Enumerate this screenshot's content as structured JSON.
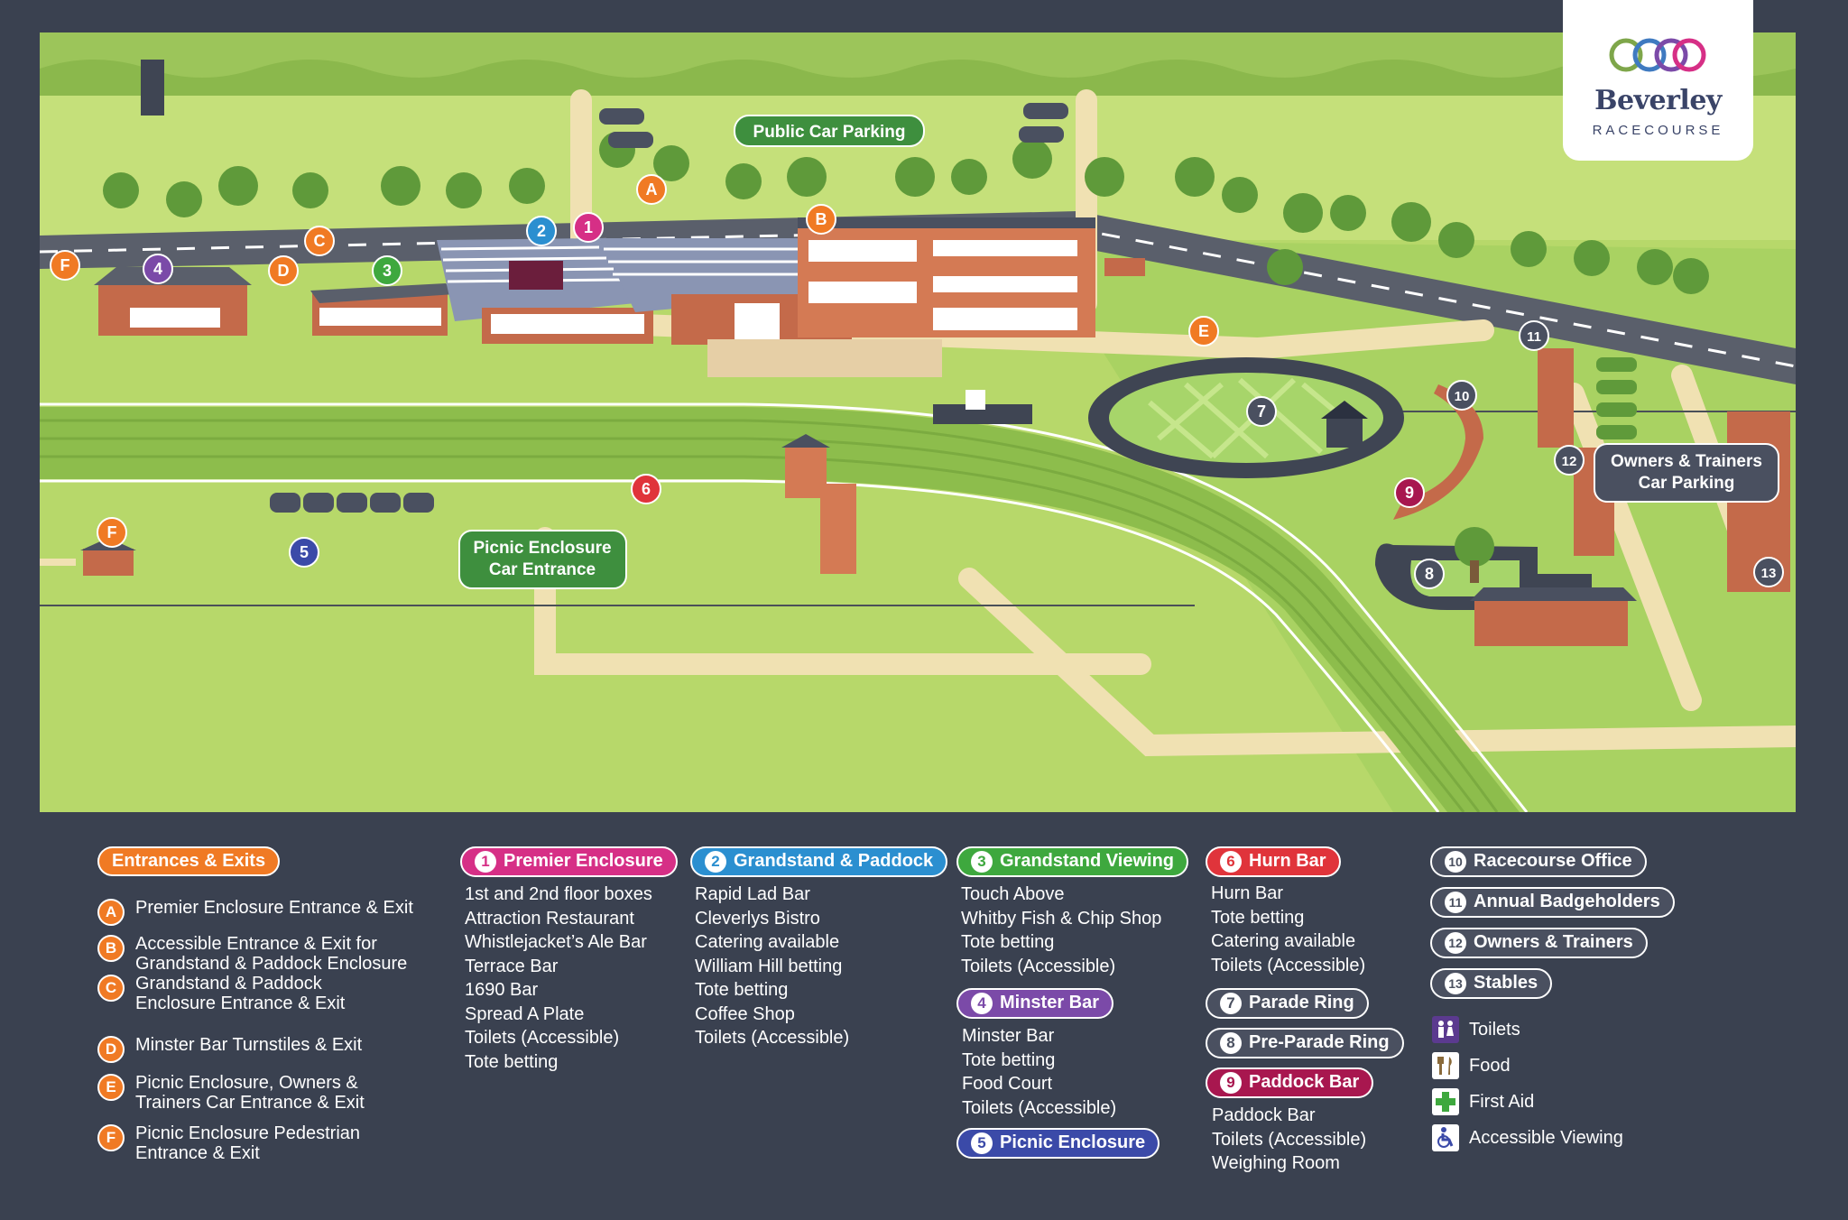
{
  "brand": {
    "name": "Beverley",
    "subtitle": "RACECOURSE"
  },
  "map_labels": {
    "public_car_parking": "Public Car Parking",
    "picnic_enclosure_car_entrance": "Picnic Enclosure\nCar Entrance",
    "owners_trainers_car_parking": "Owners & Trainers\nCar Parking"
  },
  "markers": [
    {
      "label": "A",
      "color": "#f07a24"
    },
    {
      "label": "B",
      "color": "#f07a24"
    },
    {
      "label": "C",
      "color": "#f07a24"
    },
    {
      "label": "D",
      "color": "#f07a24"
    },
    {
      "label": "E",
      "color": "#f07a24"
    },
    {
      "label": "F",
      "color": "#f07a24"
    },
    {
      "label": "F",
      "color": "#f07a24"
    },
    {
      "label": "1",
      "color": "#d62f86"
    },
    {
      "label": "2",
      "color": "#2b8fd0"
    },
    {
      "label": "3",
      "color": "#3ea83e"
    },
    {
      "label": "4",
      "color": "#7b4aa8"
    },
    {
      "label": "5",
      "color": "#3b4aa8"
    },
    {
      "label": "6",
      "color": "#e0343b"
    },
    {
      "label": "7",
      "color": "#4a5060"
    },
    {
      "label": "8",
      "color": "#4a5060"
    },
    {
      "label": "9",
      "color": "#a8174f"
    },
    {
      "label": "10",
      "color": "#4a5060"
    },
    {
      "label": "11",
      "color": "#4a5060"
    },
    {
      "label": "12",
      "color": "#4a5060"
    },
    {
      "label": "13",
      "color": "#4a5060"
    }
  ],
  "legend": {
    "entrances": {
      "title": "Entrances & Exits",
      "color": "#f07a24",
      "items": [
        {
          "letter": "A",
          "text": "Premier Enclosure Entrance & Exit"
        },
        {
          "letter": "B",
          "text": "Accessible Entrance & Exit for\nGrandstand & Paddock Enclosure"
        },
        {
          "letter": "C",
          "text": "Grandstand & Paddock\nEnclosure Entrance & Exit"
        },
        {
          "letter": "D",
          "text": "Minster Bar Turnstiles & Exit"
        },
        {
          "letter": "E",
          "text": "Picnic Enclosure, Owners &\nTrainers Car Entrance & Exit"
        },
        {
          "letter": "F",
          "text": "Picnic Enclosure Pedestrian\nEntrance & Exit"
        }
      ]
    },
    "premier": {
      "num": "1",
      "title": "Premier Enclosure",
      "color": "#d62f86",
      "items": [
        "1st and 2nd floor boxes",
        "Attraction Restaurant",
        "Whistlejacket’s Ale Bar",
        "Terrace Bar",
        "1690 Bar",
        "Spread A Plate",
        "Toilets (Accessible)",
        "Tote betting"
      ]
    },
    "grandstand_paddock": {
      "num": "2",
      "title": "Grandstand & Paddock",
      "color": "#2b8fd0",
      "items": [
        "Rapid Lad Bar",
        "Cleverlys Bistro",
        "Catering available",
        "William Hill betting",
        "Tote betting",
        "Coffee Shop",
        "Toilets (Accessible)"
      ]
    },
    "grandstand_viewing": {
      "num": "3",
      "title": "Grandstand Viewing",
      "color": "#3ea83e",
      "items": [
        "Touch Above",
        "Whitby Fish & Chip Shop",
        "Tote betting",
        "Toilets (Accessible)"
      ]
    },
    "minster_bar": {
      "num": "4",
      "title": "Minster Bar",
      "color": "#7b4aa8",
      "items": [
        "Minster Bar",
        "Tote betting",
        "Food Court",
        "Toilets (Accessible)"
      ]
    },
    "picnic": {
      "num": "5",
      "title": "Picnic Enclosure",
      "color": "#3b4aa8"
    },
    "hurn_bar": {
      "num": "6",
      "title": "Hurn Bar",
      "color": "#e0343b",
      "items": [
        "Hurn Bar",
        "Tote betting",
        "Catering available",
        "Toilets (Accessible)"
      ]
    },
    "parade_ring": {
      "num": "7",
      "title": "Parade Ring",
      "color": "#4a5060"
    },
    "pre_parade_ring": {
      "num": "8",
      "title": "Pre-Parade Ring",
      "color": "#4a5060"
    },
    "paddock_bar": {
      "num": "9",
      "title": "Paddock  Bar",
      "color": "#a8174f",
      "items": [
        "Paddock Bar",
        "Toilets (Accessible)",
        "Weighing Room"
      ]
    },
    "others": [
      {
        "num": "10",
        "title": "Racecourse Office"
      },
      {
        "num": "11",
        "title": "Annual Badgeholders"
      },
      {
        "num": "12",
        "title": "Owners & Trainers"
      },
      {
        "num": "13",
        "title": "Stables"
      }
    ],
    "icons": [
      {
        "icon": "toilets-icon",
        "label": "Toilets"
      },
      {
        "icon": "food-icon",
        "label": "Food"
      },
      {
        "icon": "first-aid-icon",
        "label": "First Aid"
      },
      {
        "icon": "accessible-viewing-icon",
        "label": "Accessible Viewing"
      }
    ]
  }
}
